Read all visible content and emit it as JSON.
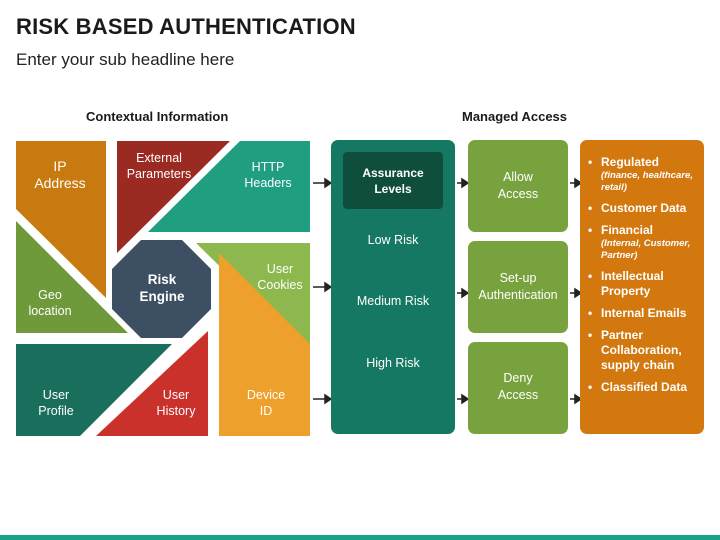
{
  "title": "RISK BASED AUTHENTICATION",
  "subtitle": "Enter your sub headline here",
  "sections": {
    "contextual": "Contextual Information",
    "managed": "Managed Access"
  },
  "tiles": {
    "ip": "IP\nAddress",
    "external": "External\nParameters",
    "http": "HTTP\nHeaders",
    "geo": "Geo\nlocation",
    "engine": "Risk\nEngine",
    "cookies": "User\nCookies",
    "profile": "User\nProfile",
    "history": "User\nHistory",
    "device": "Device\nID"
  },
  "assurance": {
    "header": "Assurance\nLevels",
    "levels": [
      "Low Risk",
      "Medium Risk",
      "High Risk"
    ]
  },
  "access": [
    "Allow\nAccess",
    "Set-up\nAuthentication",
    "Deny\nAccess"
  ],
  "data_items": [
    {
      "label": "Regulated",
      "sub": "(finance, healthcare, retail)"
    },
    {
      "label": "Customer Data",
      "sub": ""
    },
    {
      "label": "Financial",
      "sub": "(Internal, Customer, Partner)"
    },
    {
      "label": "Intellectual Property",
      "sub": ""
    },
    {
      "label": "Internal Emails",
      "sub": ""
    },
    {
      "label": "Partner Collaboration, supply chain",
      "sub": ""
    },
    {
      "label": "Classified Data",
      "sub": ""
    }
  ],
  "colors": {
    "orange": "#c8790f",
    "dark_red": "#9b2a22",
    "teal": "#1f9e80",
    "olive": "#6f9a3c",
    "light_green": "#8cb84e",
    "navy": "#3d4f63",
    "dark_teal": "#1a6f5c",
    "red": "#c9312a",
    "amber": "#eda02b",
    "assurance": "#157862",
    "access_green": "#78a23d",
    "data_orange": "#d3780f"
  }
}
